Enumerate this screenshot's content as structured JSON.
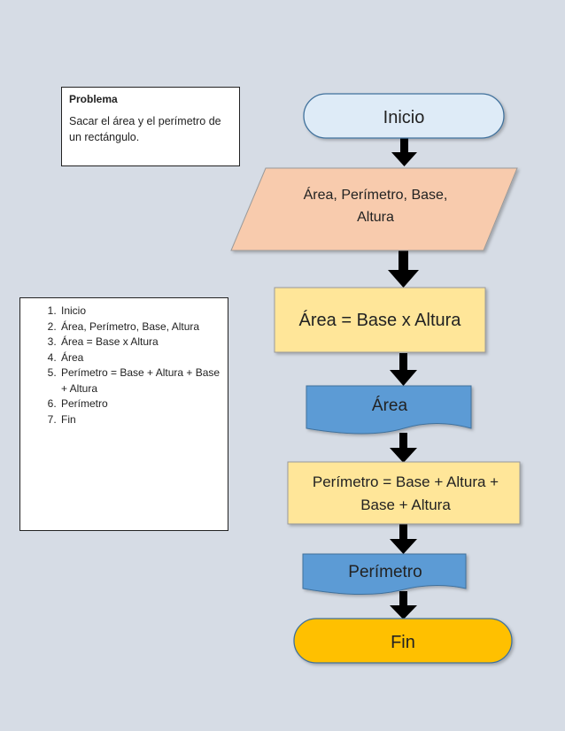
{
  "problem": {
    "title": "Problema",
    "text": "Sacar el área y el perímetro de un rectángulo."
  },
  "steps": [
    "Inicio",
    "Área, Perímetro, Base, Altura",
    "Área = Base x Altura",
    "Área",
    "Perímetro = Base + Altura + Base + Altura",
    "Perímetro",
    "Fin"
  ],
  "flow": {
    "start": "Inicio",
    "input_line1": "Área, Perímetro, Base,",
    "input_line2": "Altura",
    "process1": "Área = Base x Altura",
    "output1": "Área",
    "process2_line1": "Perímetro = Base + Altura +",
    "process2_line2": "Base + Altura",
    "output2": "Perímetro",
    "end": "Fin"
  },
  "colors": {
    "background": "#d6dce5",
    "start_fill": "#deebf7",
    "input_fill": "#f8cbad",
    "process_fill": "#ffe699",
    "output_fill": "#5b9bd5",
    "end_fill": "#ffc000",
    "arrow": "#000000"
  }
}
